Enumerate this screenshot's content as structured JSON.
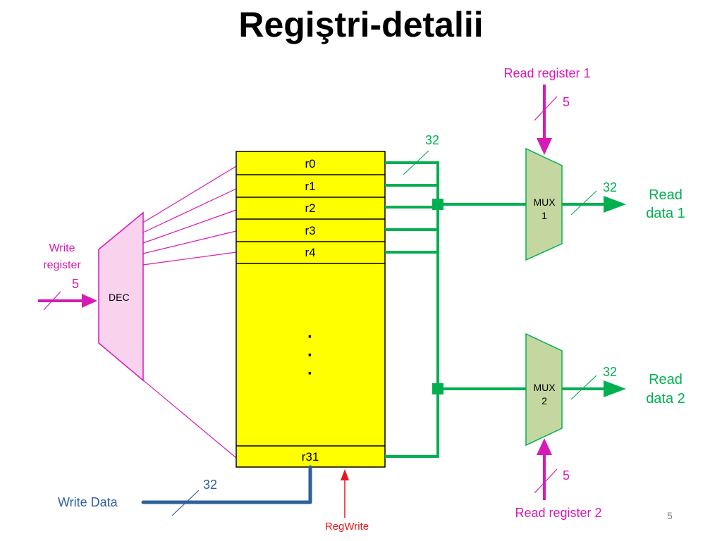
{
  "title": "Regiştri-detalii",
  "slide_number": "5",
  "colors": {
    "bus_green": "#00b050",
    "magenta": "#d61ab8",
    "blue": "#2e5fa0",
    "red": "#e8161c",
    "register_fill": "#ffff00",
    "mux_fill": "#c4d7a0",
    "dec_fill": "#f9d2ee"
  },
  "register_file": {
    "registers": [
      "r0",
      "r1",
      "r2",
      "r3",
      "r4"
    ],
    "ellipsis": [
      "·",
      "·",
      "·"
    ],
    "last_register": "r31"
  },
  "decoder": {
    "label": "DEC",
    "input_label_line1": "Write",
    "input_label_line2": "register",
    "input_width": "5"
  },
  "mux1": {
    "label_line1": "MUX",
    "label_line2": "1",
    "select_label": "Read register 1",
    "select_width": "5",
    "output_width": "32",
    "output_label_line1": "Read",
    "output_label_line2": "data 1"
  },
  "mux2": {
    "label_line1": "MUX",
    "label_line2": "2",
    "select_label": "Read register 2",
    "select_width": "5",
    "output_width": "32",
    "output_label_line1": "Read",
    "output_label_line2": "data 2"
  },
  "bus_width_registers": "32",
  "write_data": {
    "label": "Write Data",
    "width": "32"
  },
  "reg_write_label": "RegWrite"
}
